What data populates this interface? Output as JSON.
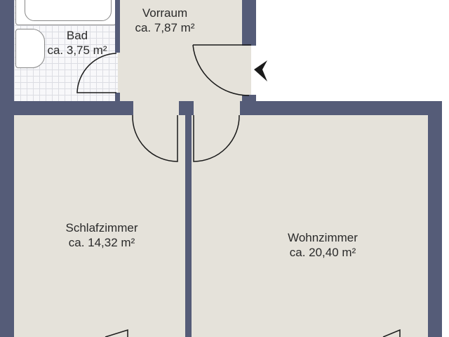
{
  "plan": {
    "rooms": [
      {
        "name": "Bad",
        "area": "ca. 3,75 m²"
      },
      {
        "name": "Vorraum",
        "area": "ca. 7,87 m²"
      },
      {
        "name": "Schlafzimmer",
        "area": "ca. 14,32 m²"
      },
      {
        "name": "Wohnzimmer",
        "area": "ca. 20,40 m²"
      }
    ],
    "entrance_marker": "entrance-arrow",
    "colors": {
      "wall": "#555c78",
      "floor": "#e5e2da",
      "tile": "#f8f8fa",
      "line": "#1a1a1a"
    }
  }
}
